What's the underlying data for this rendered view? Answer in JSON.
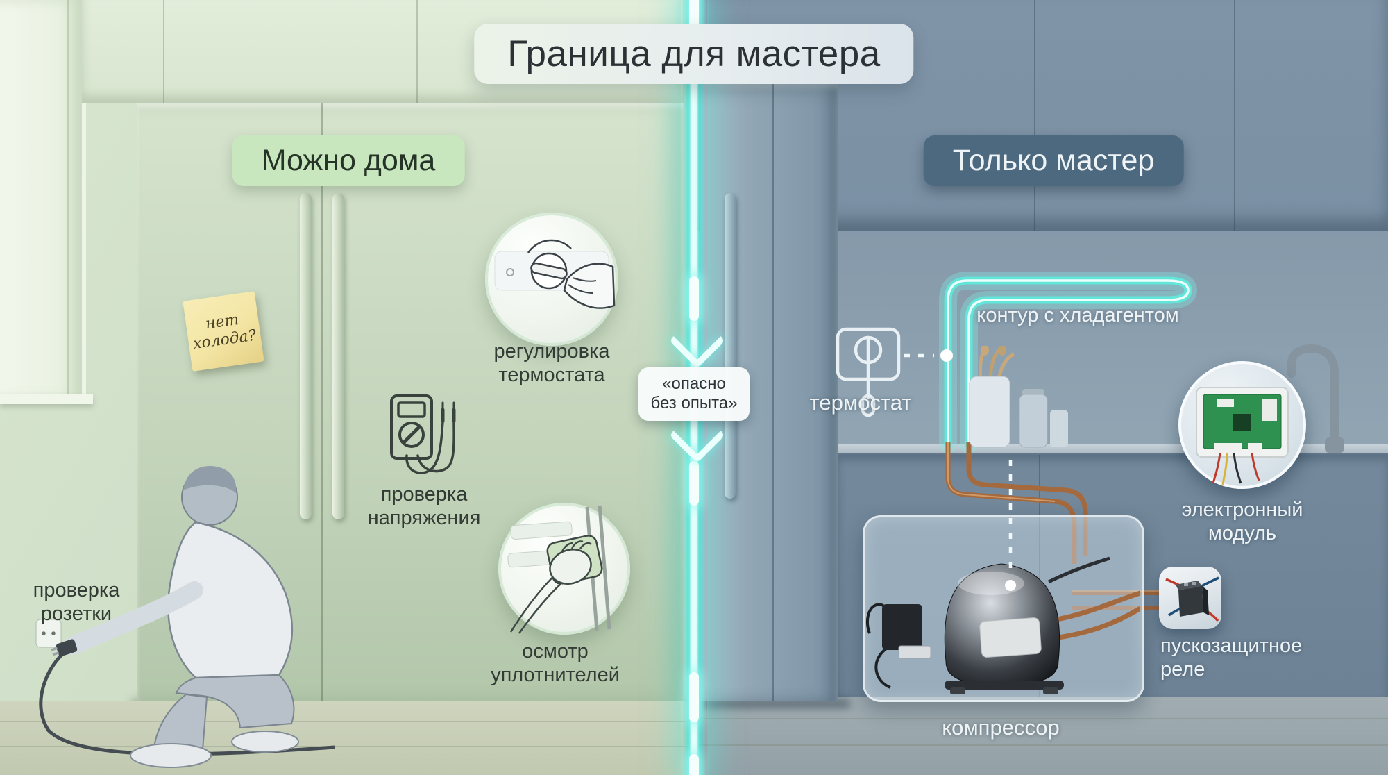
{
  "title": "Граница для мастера",
  "left_zone": {
    "badge": "Можно дома",
    "sticky_note": "нет холода?",
    "items": [
      {
        "label": "регулировка термостата"
      },
      {
        "label": "проверка напряжения"
      },
      {
        "label": "осмотр уплотнителей"
      },
      {
        "label": "проверка розетки"
      }
    ]
  },
  "right_zone": {
    "badge": "Только мастер",
    "items": [
      {
        "label": "контур с хладагентом"
      },
      {
        "label": "термостат"
      },
      {
        "label": "электронный модуль"
      },
      {
        "label": "пускозащитное реле"
      },
      {
        "label": "компрессор"
      }
    ]
  },
  "divider": {
    "warning": "«опасно без опыта»"
  },
  "colors": {
    "accent_teal": "#63e6da",
    "left_badge_bg": "#c9e7bf",
    "right_badge_bg": "#4d6980",
    "left_text": "#333b35",
    "right_text": "#eef3f6",
    "sticky_bg": "#f3e5a4",
    "copper": "#a5693e",
    "pcb_green": "#2f9150"
  }
}
